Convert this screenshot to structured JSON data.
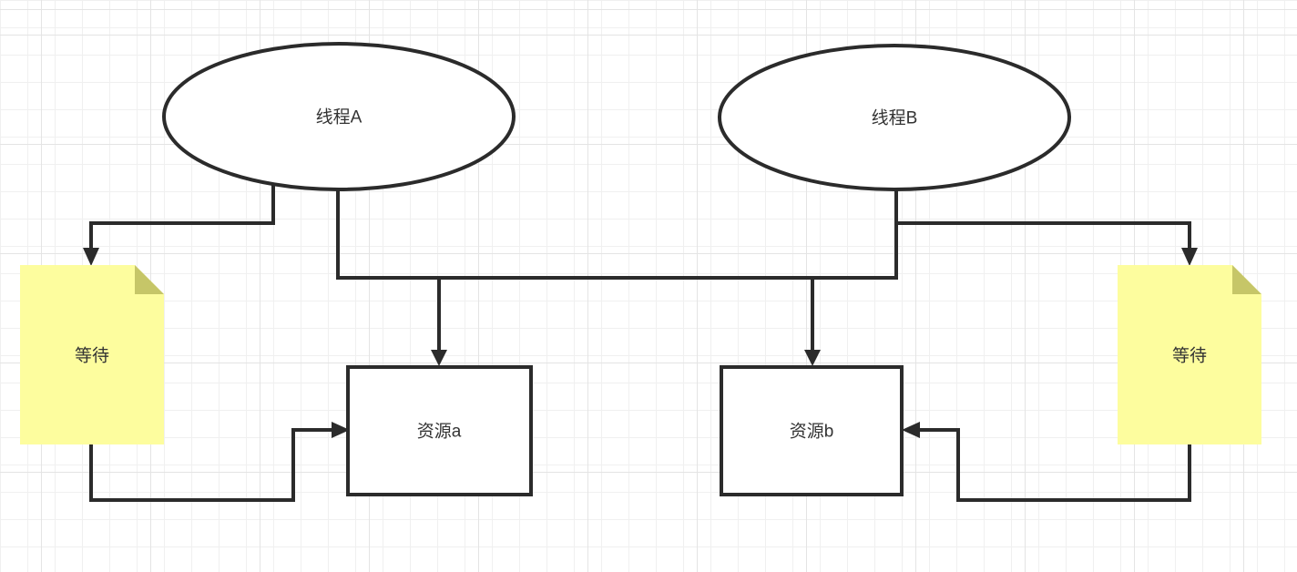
{
  "diagram": {
    "title": "deadlock-flowchart",
    "nodes": {
      "thread_a": {
        "label": "线程A",
        "shape": "ellipse"
      },
      "thread_b": {
        "label": "线程B",
        "shape": "ellipse"
      },
      "resource_a": {
        "label": "资源a",
        "shape": "rectangle"
      },
      "resource_b": {
        "label": "资源b",
        "shape": "rectangle"
      },
      "wait_left": {
        "label": "等待",
        "shape": "note"
      },
      "wait_right": {
        "label": "等待",
        "shape": "note"
      }
    },
    "edges": [
      {
        "from": "thread_a",
        "to": "wait_left",
        "style": "elbow-arrow"
      },
      {
        "from": "thread_a",
        "to": "resource_b",
        "style": "elbow-arrow"
      },
      {
        "from": "thread_b",
        "to": "resource_a",
        "style": "elbow-arrow"
      },
      {
        "from": "thread_b",
        "to": "wait_right",
        "style": "elbow-arrow"
      },
      {
        "from": "wait_left",
        "to": "resource_a",
        "style": "elbow-arrow"
      },
      {
        "from": "wait_right",
        "to": "resource_b",
        "style": "elbow-arrow"
      }
    ],
    "colors": {
      "background": "#ffffff",
      "grid_minor": "#f0f0f0",
      "grid_major": "#e4e4e4",
      "stroke": "#2b2b2b",
      "shape_fill": "#ffffff",
      "note_fill": "#fdfd9e",
      "note_fold": "#c6c668",
      "text": "#333333"
    }
  }
}
